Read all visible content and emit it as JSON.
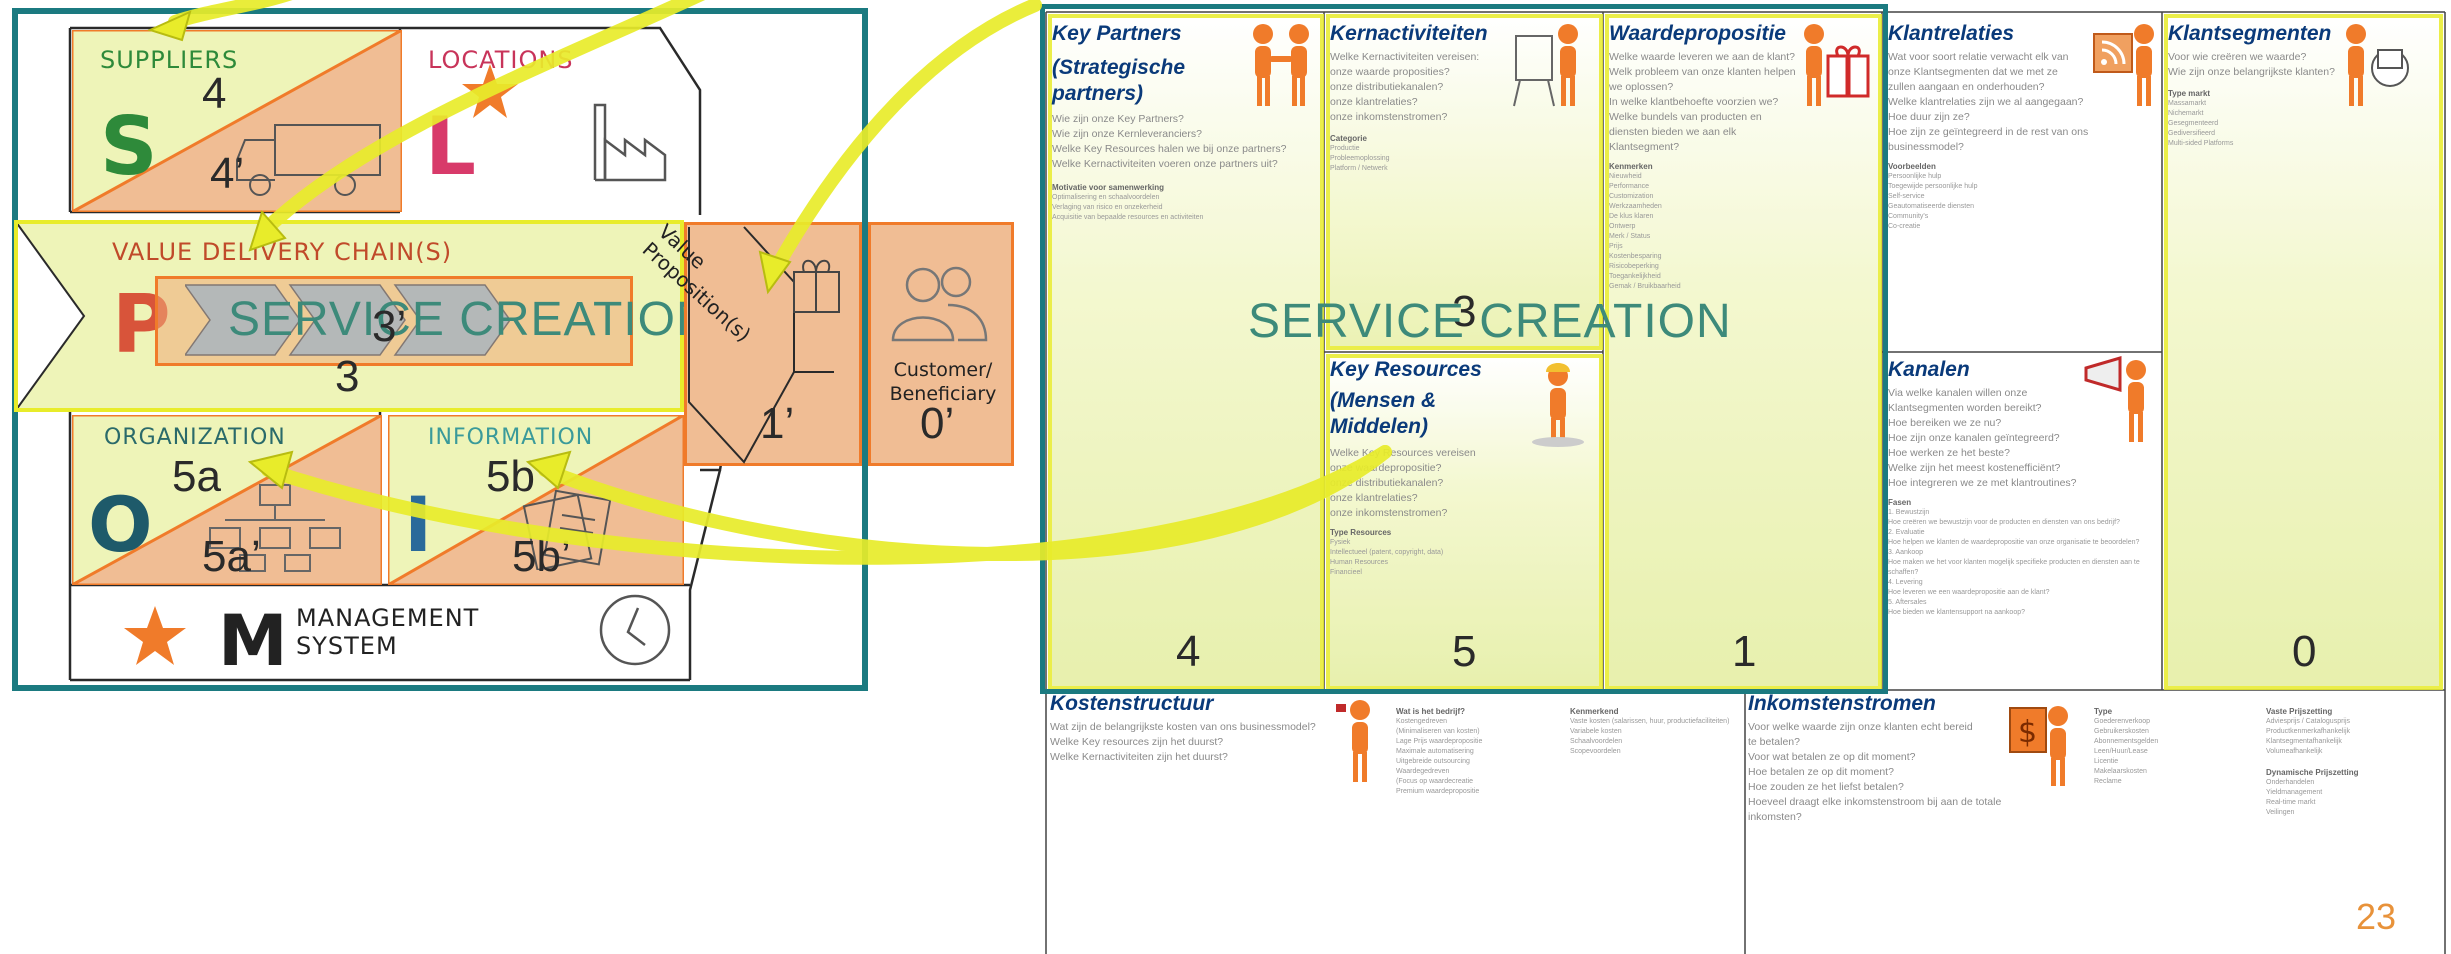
{
  "left_diagram": {
    "suppliers": {
      "label": "SUPPLIERS",
      "letter": "S",
      "num": "4",
      "num_prime": "4’"
    },
    "locations": {
      "label": "LOCATIONS",
      "letter": "L"
    },
    "value_delivery": {
      "label": "VALUE DELIVERY CHAIN(S)",
      "letter": "P",
      "service": "SERVICE CREATION",
      "num_a": "3’",
      "num_b": "3"
    },
    "value_prop": {
      "label": "Value Proposition(s)",
      "num": "1’"
    },
    "customer": {
      "label": "Customer/ Beneficiary",
      "num": "0’"
    },
    "organization": {
      "label": "ORGANIZATION",
      "letter": "O",
      "num": "5a",
      "num_prime": "5a’"
    },
    "information": {
      "label": "INFORMATION",
      "letter": "I",
      "num": "5b",
      "num_prime": "5b’"
    },
    "management": {
      "label": "MANAGEMENT SYSTEM",
      "letter": "M"
    }
  },
  "bmc": {
    "key_partners": {
      "title": "Key Partners",
      "subtitle": "(Strategische partners)",
      "questions": [
        "Wie zijn onze Key Partners?",
        "Wie zijn onze Kernleveranciers?",
        "Welke Key Resources halen we bij onze partners?",
        "Welke Kernactiviteiten voeren onze partners uit?"
      ],
      "sub_h": "Motivatie voor samenwerking",
      "sub_items": [
        "Optimalisering en schaalvoordelen",
        "Verlaging van risico en onzekerheid",
        "Acquisitie van bepaalde resources en activiteiten"
      ],
      "num": "4"
    },
    "kernactiviteiten": {
      "title": "Kernactiviteiten",
      "questions": [
        "Welke Kernactiviteiten vereisen:",
        "onze waarde proposities?",
        "onze distributiekanalen?",
        "onze klantrelaties?",
        "onze inkomstenstromen?"
      ],
      "sub_h": "Categorie",
      "sub_items": [
        "Productie",
        "Probleemoplossing",
        "Platform / Netwerk"
      ],
      "num": "3"
    },
    "key_resources": {
      "title": "Key Resources",
      "subtitle": "(Mensen & Middelen)",
      "questions": [
        "Welke Key Resources vereisen",
        "onze waardepropositie?",
        "onze distributiekanalen?",
        "onze klantrelaties?",
        "onze inkomstenstromen?"
      ],
      "sub_h": "Type Resources",
      "sub_items": [
        "Fysiek",
        "Intellectueel (patent, copyright, data)",
        "Human Resources",
        "Financieel"
      ],
      "num": "5"
    },
    "waardepropositie": {
      "title": "Waardepropositie",
      "questions": [
        "Welke waarde leveren we aan de klant?",
        "Welk probleem van onze klanten helpen we oplossen?",
        "In welke klantbehoefte voorzien we?",
        "Welke bundels van producten en diensten bieden we aan elk Klantsegment?"
      ],
      "sub_h": "Kenmerken",
      "sub_items": [
        "Nieuwheid",
        "Performance",
        "Customization",
        "Werkzaamheden",
        "De klus klaren",
        "Ontwerp",
        "Merk / Status",
        "Prijs",
        "Kostenbesparing",
        "Risicobeperking",
        "Toegankelijkheid",
        "Gemak / Bruikbaarheid"
      ],
      "num": "1"
    },
    "klantrelaties": {
      "title": "Klantrelaties",
      "questions": [
        "Wat voor soort relatie verwacht elk van onze Klantsegmenten dat we met ze zullen aangaan en onderhouden?",
        "Welke klantrelaties zijn we al aangegaan?",
        "Hoe duur zijn ze?",
        "Hoe zijn ze geïntegreerd in de rest van ons businessmodel?"
      ],
      "sub_h": "Voorbeelden",
      "sub_items": [
        "Persoonlijke hulp",
        "Toegewijde persoonlijke hulp",
        "Self-service",
        "Geautomatiseerde diensten",
        "Community's",
        "Co-creatie"
      ]
    },
    "kanalen": {
      "title": "Kanalen",
      "questions": [
        "Via welke kanalen willen onze Klantsegmenten worden bereikt?",
        "Hoe bereiken we ze nu?",
        "Hoe zijn onze kanalen geïntegreerd?",
        "Hoe werken ze het beste?",
        "Welke zijn het meest kostenefficiënt?",
        "Hoe integreren we ze met klantroutines?"
      ],
      "sub_h": "Fasen",
      "sub_items": [
        "1. Bewustzijn",
        "Hoe creëren we bewustzijn voor de producten en diensten van ons bedrijf?",
        "2. Evaluatie",
        "Hoe helpen we klanten de waardepropositie van onze organisatie te beoordelen?",
        "3. Aankoop",
        "Hoe maken we het voor klanten mogelijk specifieke producten en diensten aan te schaffen?",
        "4. Levering",
        "Hoe leveren we een waardepropositie aan de klant?",
        "5. Aftersales",
        "Hoe bieden we klantensupport na aankoop?"
      ]
    },
    "klantsegmenten": {
      "title": "Klantsegmenten",
      "questions": [
        "Voor wie creëren we waarde?",
        "Wie zijn onze belangrijkste klanten?"
      ],
      "sub_h": "Type markt",
      "sub_items": [
        "Massamarkt",
        "Nichemarkt",
        "Gesegmenteerd",
        "Gediversifieerd",
        "Multi-sided Platforms"
      ],
      "num": "0"
    },
    "kostenstructuur": {
      "title": "Kostenstructuur",
      "questions": [
        "Wat zijn de belangrijkste kosten van ons businessmodel?",
        "Welke Key resources zijn het duurst?",
        "Welke Kernactiviteiten zijn het duurst?"
      ],
      "col1_h": "Wat is het bedrijf?",
      "col1": [
        "Kostengedreven",
        "(Minimaliseren van kosten)",
        "Lage Prijs waardepropositie",
        "Maximale automatisering",
        "Uitgebreide outsourcing",
        "Waardegedreven",
        "(Focus op waardecreatie",
        "Premium waardepropositie"
      ],
      "col2_h": "Kenmerkend",
      "col2": [
        "Vaste kosten (salarissen, huur, productiefaciliteiten)",
        "Variabele kosten",
        "Schaalvoordelen",
        "Scopevoordelen"
      ]
    },
    "inkomstenstromen": {
      "title": "Inkomstenstromen",
      "questions": [
        "Voor welke waarde zijn onze klanten echt bereid te betalen?",
        "Voor wat betalen ze op dit moment?",
        "Hoe betalen ze op dit moment?",
        "Hoe zouden ze het liefst betalen?",
        "Hoeveel draagt elke inkomstenstroom bij aan de totale inkomsten?"
      ],
      "col1_h": "Type",
      "col1": [
        "Goederenverkoop",
        "Gebruikerskosten",
        "Abonnementsgelden",
        "Leen/Huur/Lease",
        "Licentie",
        "Makelaarskosten",
        "Reclame"
      ],
      "col2_h": "Vaste Prijszetting",
      "col2": [
        "Adviesprijs / Catalogusprijs",
        "Productkenmerkafhankelijk",
        "Klantsegmentafhankelijk",
        "Volumeafhankelijk"
      ],
      "col3_h": "Dynamische Prijszetting",
      "col3": [
        "Onderhandelen",
        "Yieldmanagement",
        "Real-time markt",
        "Veilingen"
      ]
    },
    "service_creation": "SERVICE CREATION"
  },
  "page_number": "23",
  "colors": {
    "teal": "#1b7a80",
    "orange": "#f07b2a",
    "yellow": "#e8ec2a",
    "yellowfill": "#eef4b8",
    "label_teal": "#3d8a7a",
    "page_num": "#e8923a"
  }
}
